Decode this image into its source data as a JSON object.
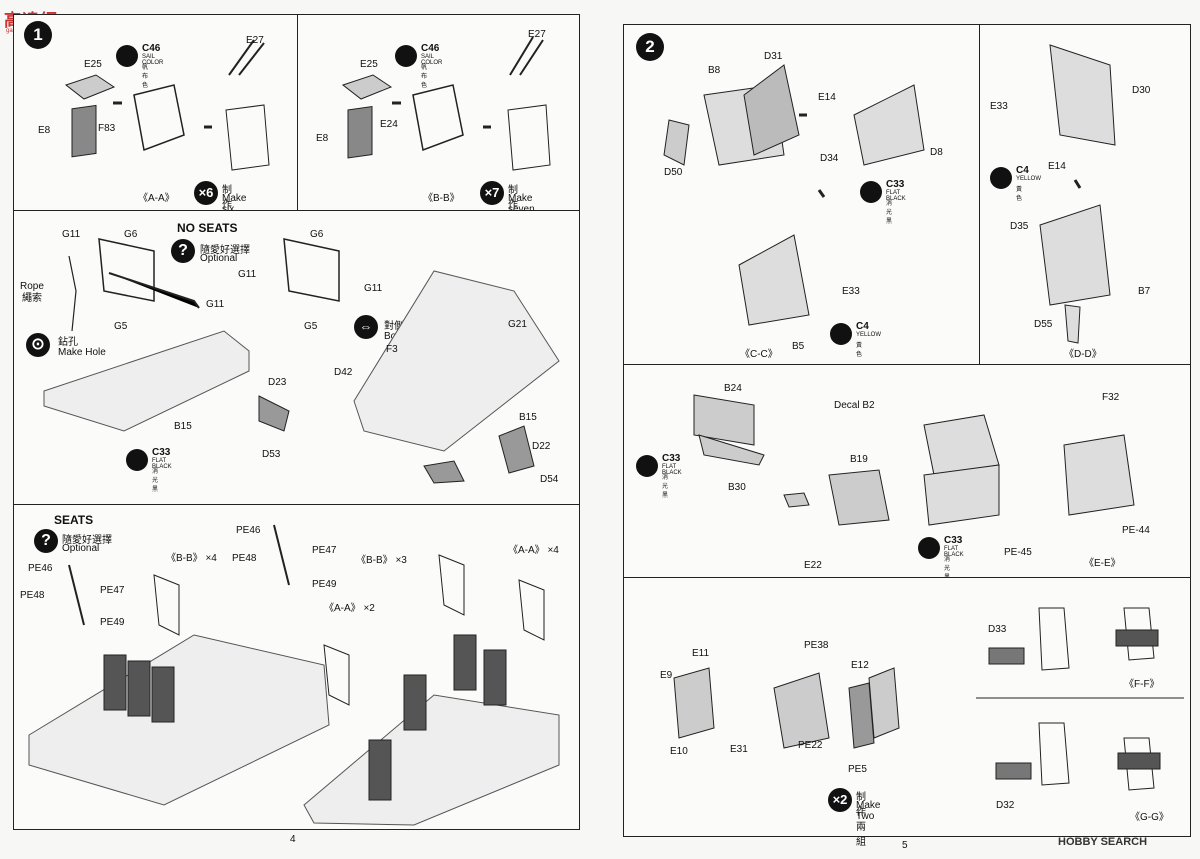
{
  "logo": {
    "text": "高達網",
    "url": "gao.shuai.com"
  },
  "watermark": "HOBBY SEARCH",
  "page_numbers": {
    "left": "4",
    "right": "5"
  },
  "paints": {
    "sail": {
      "code": "C46",
      "en": "SAIL COLOR",
      "zh": "帆布色"
    },
    "flat_black": {
      "code": "C33",
      "en": "FLAT BLACK",
      "zh": "消光黑"
    },
    "yellow": {
      "code": "C4",
      "en": "YELLOW",
      "zh": "黃色"
    }
  },
  "step_numbers": {
    "one": "1",
    "two": "2"
  },
  "panel_aa": {
    "labels": [
      "E25",
      "E8",
      "F83",
      "E27"
    ],
    "section": "《A-A》",
    "multiplier": "×6",
    "zh": "制作六組",
    "en": "Make six"
  },
  "panel_bb": {
    "labels": [
      "E25",
      "E8",
      "E24",
      "E27"
    ],
    "section": "《B-B》",
    "multiplier": "×7",
    "zh": "制作七組",
    "en": "Make seven"
  },
  "panel_noseats": {
    "title": "NO SEATS",
    "opt_zh": "隨愛好選擇",
    "opt_en": "Optional",
    "rope_en": "Rope",
    "rope_zh": "繩索",
    "hole_zh": "鉆孔",
    "hole_en": "Make Hole",
    "both_zh": "對側相同",
    "both_en": "Both sides",
    "labels": [
      "G11",
      "G6",
      "G5",
      "G11",
      "B15",
      "G6",
      "G11",
      "G11",
      "G5",
      "G21",
      "F3",
      "D42",
      "B15",
      "D23",
      "D53",
      "D22",
      "D54"
    ]
  },
  "panel_seats": {
    "title": "SEATS",
    "opt_zh": "隨愛好選擇",
    "opt_en": "Optional",
    "labels": [
      "PE46",
      "PE48",
      "PE47",
      "PE49",
      "PE46",
      "PE48",
      "PE47",
      "PE49"
    ],
    "callouts": [
      "《B-B》 ×4",
      "《B-B》 ×3",
      "《A-A》 ×4",
      "《A-A》 ×2"
    ]
  },
  "panel_2": {
    "labels": [
      "B8",
      "D31",
      "E14",
      "D50",
      "D34",
      "D8",
      "E33",
      "B5"
    ],
    "section": "《C-C》"
  },
  "panel_dd": {
    "labels": [
      "E33",
      "D30",
      "E14",
      "D35",
      "B7",
      "D55"
    ],
    "section": "《D-D》"
  },
  "panel_ee": {
    "labels": [
      "B24",
      "Decal B2",
      "B30",
      "B19",
      "E22",
      "PE-45",
      "F32",
      "PE-44"
    ],
    "section": "《E-E》"
  },
  "panel_ff": {
    "labels": [
      "E11",
      "E9",
      "E10",
      "E31",
      "PE38",
      "E12",
      "PE22",
      "PE5",
      "D33",
      "D32"
    ],
    "section_f": "《F-F》",
    "section_g": "《G-G》",
    "multiplier": "×2",
    "zh": "制作兩組",
    "en": "Make Two"
  }
}
